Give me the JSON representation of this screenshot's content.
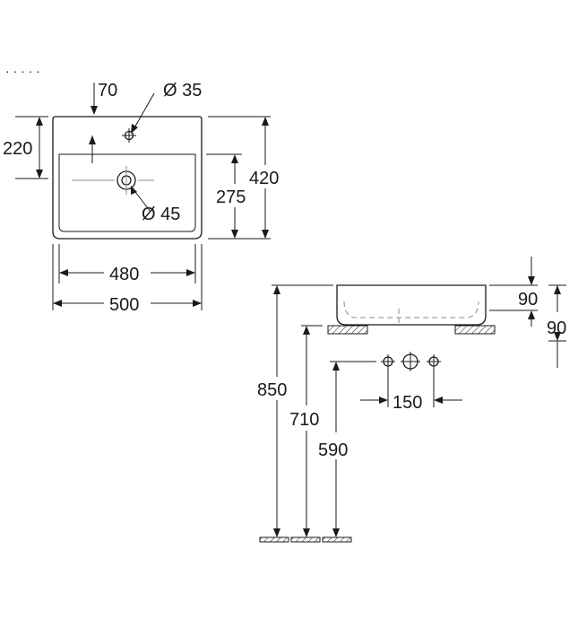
{
  "top_view": {
    "tap_offset_label": "70",
    "tap_hole_label": "Ø 35",
    "depth_220_label": "220",
    "waste_label": "Ø 45",
    "inner_depth_275_label": "275",
    "overall_depth_420_label": "420",
    "inner_width_480_label": "480",
    "overall_width_500_label": "500"
  },
  "side_view": {
    "basin_height_label": "90",
    "outside_height_label": "90",
    "tap_spacing_label": "150",
    "height_850_label": "850",
    "height_710_label": "710",
    "height_590_label": "590"
  }
}
